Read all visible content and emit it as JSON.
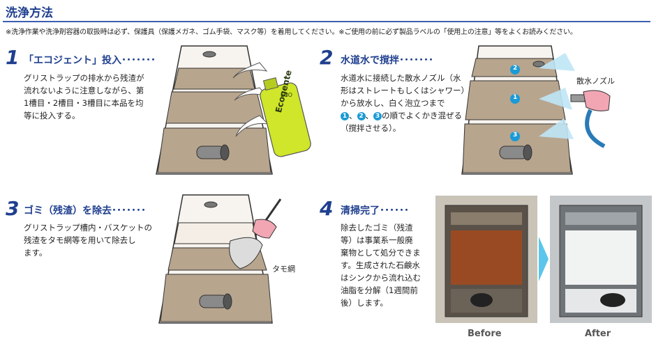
{
  "header": {
    "title": "洗浄方法",
    "notice": "※洗浄作業や洗浄剤容器の取扱時は必ず、保護具（保護メガネ、ゴム手袋、マスク等）を着用してください。※ご使用の前に必ず製品ラベルの「使用上の注意」等をよくお読みください。"
  },
  "steps": [
    {
      "num": "1",
      "heading": "「エコジェント」投入･･･････",
      "lines": [
        "グリストラップの排水から残渣が",
        "流れないように注意しながら、第",
        "1槽目・2槽目・3槽目に本品を均",
        "等に投入する。"
      ]
    },
    {
      "num": "2",
      "heading": "水道水で撹拌･･･････",
      "lines": [
        "水道水に接続した散水ノズル（水",
        "形はストレートもしくはシャワー）",
        "から放水し、白く泡立つまで"
      ],
      "order_mid": "、",
      "order_mid2": "、",
      "order_tail": "の順でよくかき混ぜる",
      "line_last": "（撹拌させる）。"
    },
    {
      "num": "3",
      "heading": "ゴミ（残渣）を除去･･･････",
      "lines": [
        "グリストラップ槽内・バスケットの",
        "残渣をタモ網等を用いて除去し",
        "ます。"
      ]
    },
    {
      "num": "4",
      "heading": "清掃完了･･････",
      "lines": [
        "除去したゴミ（残渣",
        "等）は事業系一般廃",
        "棄物として処分できま",
        "す。生成された石鹸水",
        "はシンクから流れ込む",
        "油脂を分解（1週間前",
        "後）します。"
      ]
    }
  ],
  "circled": [
    "1",
    "2",
    "3"
  ],
  "labels": {
    "bottle": "Ecogente",
    "bottle_cap": "ECO",
    "nozzle": "散水ノズル",
    "net": "タモ網",
    "before": "Before",
    "after": "After"
  },
  "colors": {
    "accent": "#1f3f8f",
    "cyan": "#1a9ad6",
    "tank_fill": "#b8a58e",
    "arrow": "#5bc6ea"
  }
}
